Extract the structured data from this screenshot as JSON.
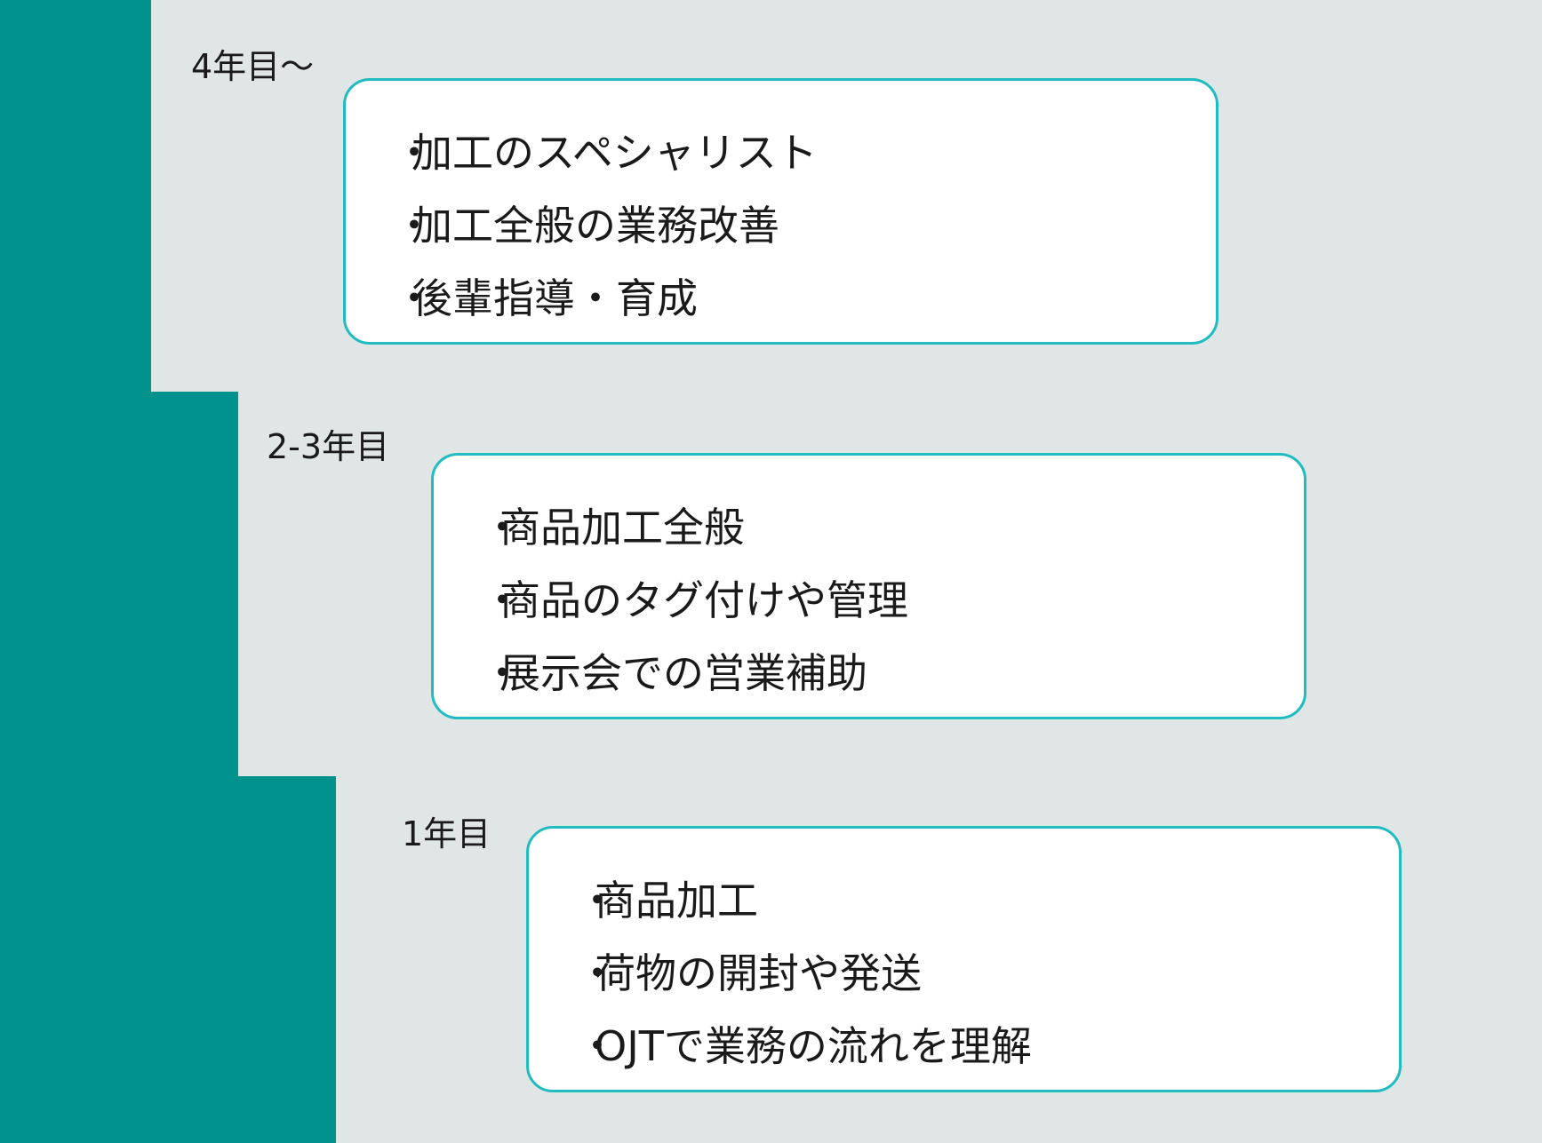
{
  "accent_color": "#00938d",
  "border_color": "#20bcbf",
  "background_color": "#e0e6e6",
  "stages": [
    {
      "label": "4年目～",
      "items": [
        "加工のスペシャリスト",
        "加工全般の業務改善",
        "後輩指導・育成"
      ]
    },
    {
      "label": "2-3年目",
      "items": [
        "商品加工全般",
        "商品のタグ付けや管理",
        "展示会での営業補助"
      ]
    },
    {
      "label": "1年目",
      "items": [
        "商品加工",
        "荷物の開封や発送",
        "OJTで業務の流れを理解"
      ]
    }
  ]
}
